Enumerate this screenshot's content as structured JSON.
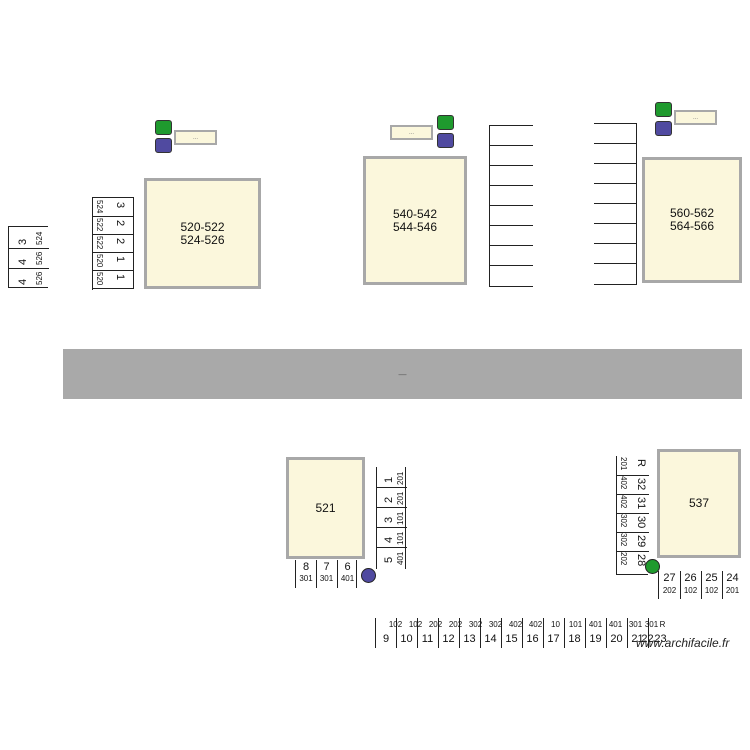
{
  "buildings": [
    {
      "id": "b520",
      "lines": [
        "520-522",
        "524-526"
      ]
    },
    {
      "id": "b540",
      "lines": [
        "540-542",
        "544-546"
      ]
    },
    {
      "id": "b560",
      "lines": [
        "560-562",
        "564-566"
      ]
    },
    {
      "id": "b521",
      "lines": [
        "521"
      ]
    },
    {
      "id": "b537",
      "lines": [
        "537"
      ]
    }
  ],
  "tag_label": "...",
  "road_label": "—",
  "left_block": {
    "numbers": [
      "3",
      "4",
      "4"
    ],
    "subs": [
      "524",
      "526",
      "526"
    ]
  },
  "stack_520": {
    "numbers": [
      "3",
      "2",
      "2",
      "1",
      "1"
    ],
    "subs": [
      "524",
      "522",
      "522",
      "520",
      "520"
    ]
  },
  "stack_521": {
    "numbers": [
      "1",
      "2",
      "3",
      "4",
      "5"
    ],
    "subs": [
      "201",
      "201",
      "101",
      "101",
      "401"
    ]
  },
  "row_521": {
    "numbers": [
      "8",
      "7",
      "6"
    ],
    "subs": [
      "301",
      "301",
      "401"
    ]
  },
  "stack_537": {
    "numbers": [
      "R",
      "32",
      "31",
      "30",
      "29",
      "28"
    ],
    "subs": [
      "201",
      "402",
      "402",
      "302",
      "302",
      "202"
    ]
  },
  "row_537": {
    "numbers": [
      "27",
      "26",
      "25",
      "24"
    ],
    "subs": [
      "202",
      "102",
      "102",
      "201"
    ]
  },
  "bottom_row": {
    "numbers": [
      "9",
      "10",
      "11",
      "12",
      "13",
      "14",
      "15",
      "16",
      "17",
      "18",
      "19",
      "20",
      "21",
      "22",
      "23"
    ],
    "subs": [
      "102",
      "102",
      "202",
      "202",
      "302",
      "302",
      "402",
      "402",
      "10",
      "101",
      "401",
      "401",
      "301",
      "301",
      "R"
    ]
  },
  "watermark": "www.archifacile.fr",
  "colors": {
    "building_fill": "#fbf7dc",
    "building_border": "#a8a8a8",
    "road": "#a9a9a9",
    "green_bin": "#1f9a2e",
    "purple_bin": "#504aa0"
  }
}
